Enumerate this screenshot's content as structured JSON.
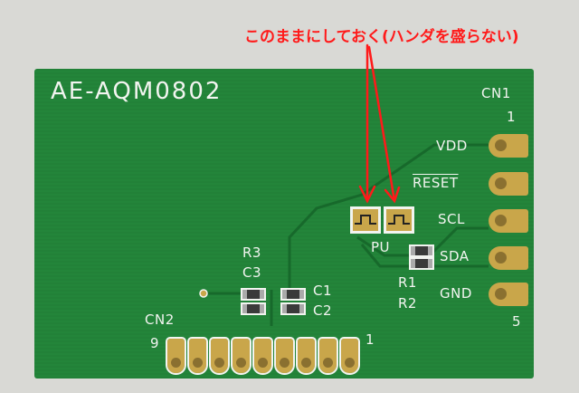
{
  "board": {
    "title": "AE-AQM0802",
    "connector1": {
      "name": "CN1",
      "pin_first": "1",
      "pin_last": "5",
      "pins": [
        "VDD",
        "RESET",
        "SCL",
        "SDA",
        "GND"
      ]
    },
    "connector2": {
      "name": "CN2",
      "pin_first": "9",
      "pin_last": "1"
    },
    "labels": {
      "r3": "R3",
      "c3": "C3",
      "c1": "C1",
      "c2": "C2",
      "r1": "R1",
      "r2": "R2",
      "pu": "PU"
    }
  },
  "annotation": {
    "text": "このままにしておく(ハンダを盛らない)",
    "color": "#ff1a1a"
  },
  "colors": {
    "pcb": "#23853a",
    "gold": "#c9a64a",
    "silk": "#f2f4f0",
    "background": "#d9d9d5"
  }
}
